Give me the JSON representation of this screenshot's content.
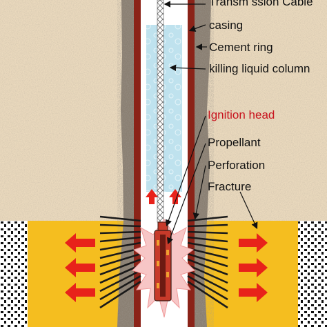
{
  "labels": {
    "transmission_cable": "Transm ssion Cable",
    "casing": "casing",
    "cement_ring": "Cement ring",
    "killing_liquid": "killing liquid column",
    "ignition_head": "Ignition head",
    "propellant": "Propellant",
    "perforation": "Perforation",
    "fracture": "Fracture"
  },
  "colors": {
    "formation": "#ead9bd",
    "cement": "#8a7f72",
    "casing": "#8b2318",
    "killing_liquid": "#bfe2ee",
    "reservoir": "#f5be1f",
    "arrow": "#e8221a",
    "label_red": "#c8141e"
  }
}
